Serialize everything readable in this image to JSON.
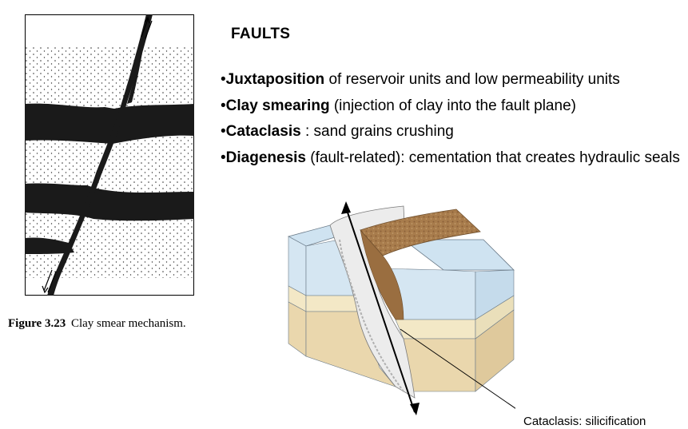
{
  "title": "FAULTS",
  "bullets": [
    {
      "marker": "•",
      "term": "Juxtaposition",
      "text": " of reservoir units and low permeability units"
    },
    {
      "marker": "•",
      "term": "Clay smearing",
      "text": " (injection of clay into the fault plane)"
    },
    {
      "marker": "•",
      "term": "Cataclasis",
      "text": " : sand grains crushing"
    },
    {
      "marker": "•",
      "term": "Diagenesis",
      "text": " (fault-related): cementation that creates hydraulic seals"
    }
  ],
  "left_figure": {
    "caption_number": "Figure 3.23",
    "caption_text": "Clay smear mechanism."
  },
  "right_figure": {
    "callout": "Cataclasis: silicification"
  },
  "colors": {
    "clay": "#1a1a1a",
    "sand_dots": "#333333",
    "upper_layer": "#d5e6f2",
    "middle_layer": "#f3e8c6",
    "lower_layer": "#ead7ad",
    "fault_zone": "#ececec",
    "brown_block": "#a87c4c"
  }
}
